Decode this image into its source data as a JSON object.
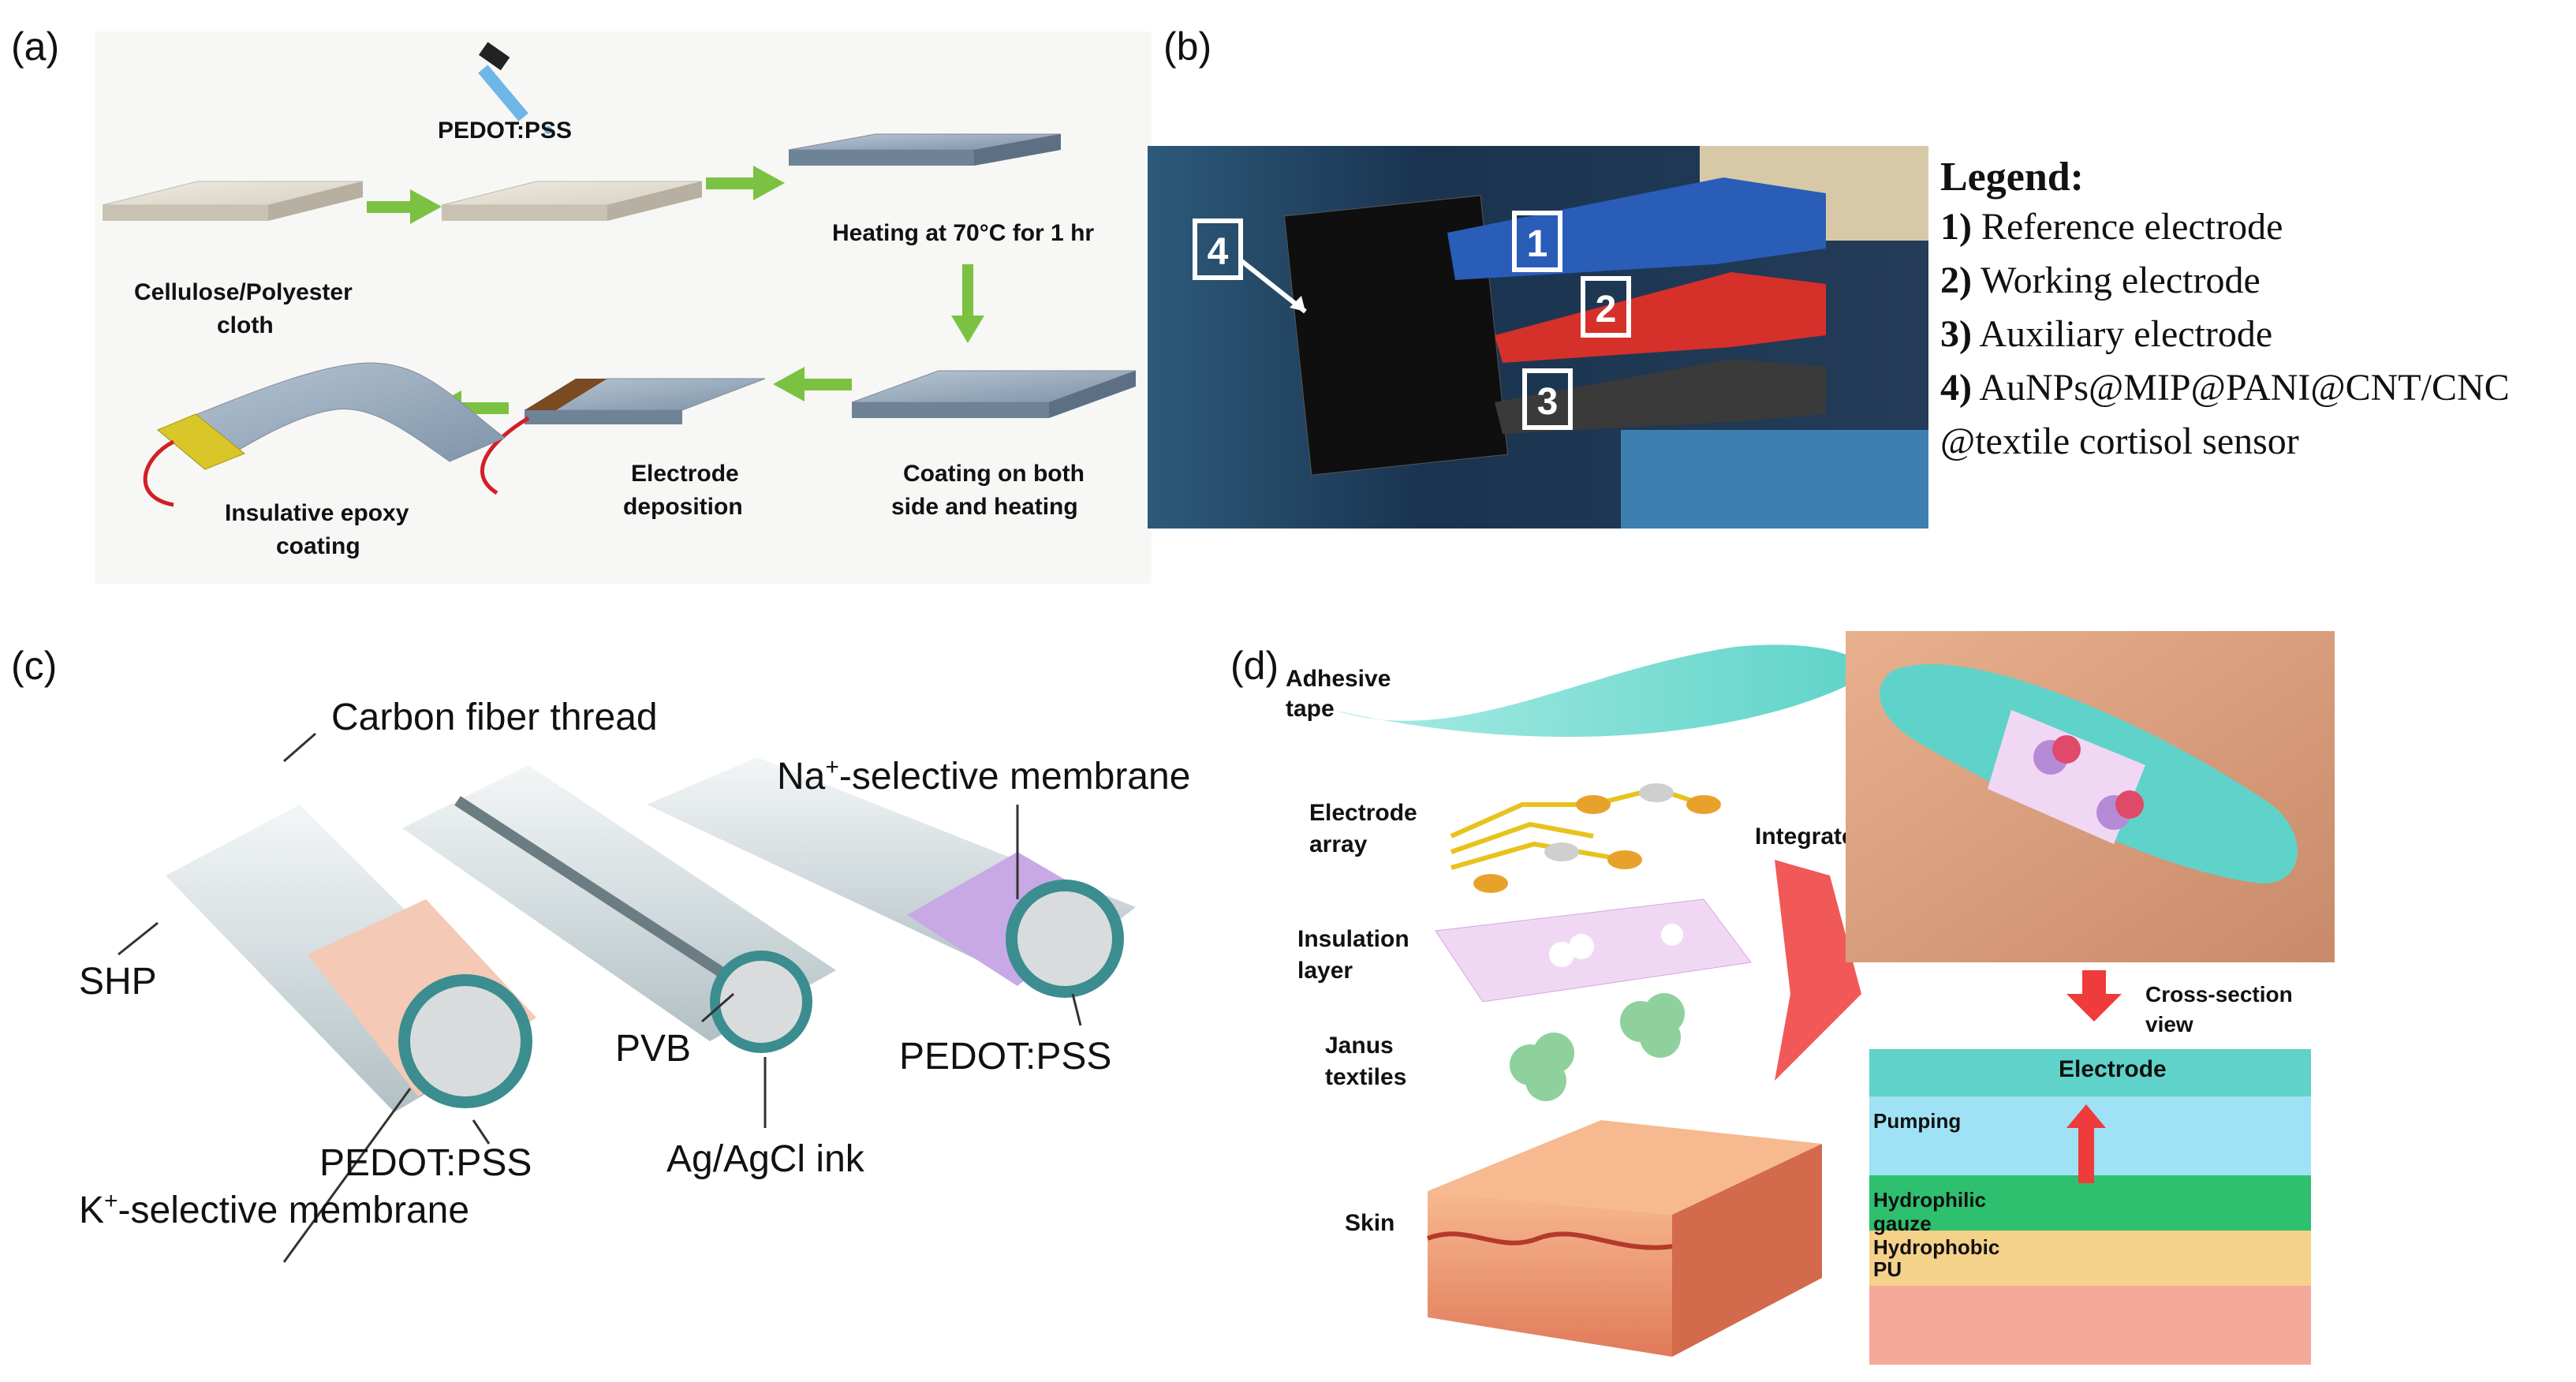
{
  "panels": {
    "a": {
      "label": "(a)",
      "pedot_drop": "PEDOT:PSS",
      "step_cloth": [
        "Cellulose/Polyester",
        "cloth"
      ],
      "step_heating": "Heating at 70°C for 1 hr",
      "step_coating": [
        "Coating on both",
        "side and heating"
      ],
      "step_electrode": [
        "Electrode",
        "deposition"
      ],
      "step_epoxy": [
        "Insulative epoxy",
        "coating"
      ]
    },
    "b": {
      "label": "(b)",
      "markers": [
        "1",
        "2",
        "3",
        "4"
      ],
      "legend_title": "Legend:",
      "legend_items": [
        {
          "num": "1)",
          "text": "Reference electrode"
        },
        {
          "num": "2)",
          "text": "Working electrode"
        },
        {
          "num": "3)",
          "text": "Auxiliary electrode"
        },
        {
          "num": "4)",
          "text": "AuNPs@MIP@PANI@CNT/CNC"
        }
      ],
      "legend_cont": "@textile cortisol sensor"
    },
    "c": {
      "label": "(c)",
      "carbon": "Carbon fiber thread",
      "na_main": "Na",
      "na_sup": "+",
      "na_rest": "-selective membrane",
      "shp": "SHP",
      "pvb": "PVB",
      "pedot_left": "PEDOT:PSS",
      "pedot_right": "PEDOT:PSS",
      "agcl": "Ag/AgCl ink",
      "k_main": "K",
      "k_sup": "+",
      "k_rest": "-selective membrane"
    },
    "d": {
      "label": "(d)",
      "adhesive": [
        "Adhesive",
        "tape"
      ],
      "electrode_array": [
        "Electrode",
        "array"
      ],
      "insulation": [
        "Insulation",
        "layer"
      ],
      "janus": [
        "Janus",
        "textiles"
      ],
      "skin": "Skin",
      "integrated": "Integrated",
      "cross": [
        "Cross-section",
        "view"
      ],
      "electrode": "Electrode",
      "pumping": "Pumping",
      "hydrophilic": [
        "Hydrophilic",
        "gauze"
      ],
      "hydrophobic": [
        "Hydrophobic",
        "PU"
      ]
    }
  },
  "colors": {
    "arrow_green": "#7cc242",
    "cloth": "#e6e1d6",
    "coated": "#9fb2c4",
    "cyan_tape": "#5fd3c9",
    "marker_border": "#ffffff",
    "rose": "#f4c9b6",
    "violet": "#c9a8e6",
    "red_arrow": "#ef3b3b"
  }
}
